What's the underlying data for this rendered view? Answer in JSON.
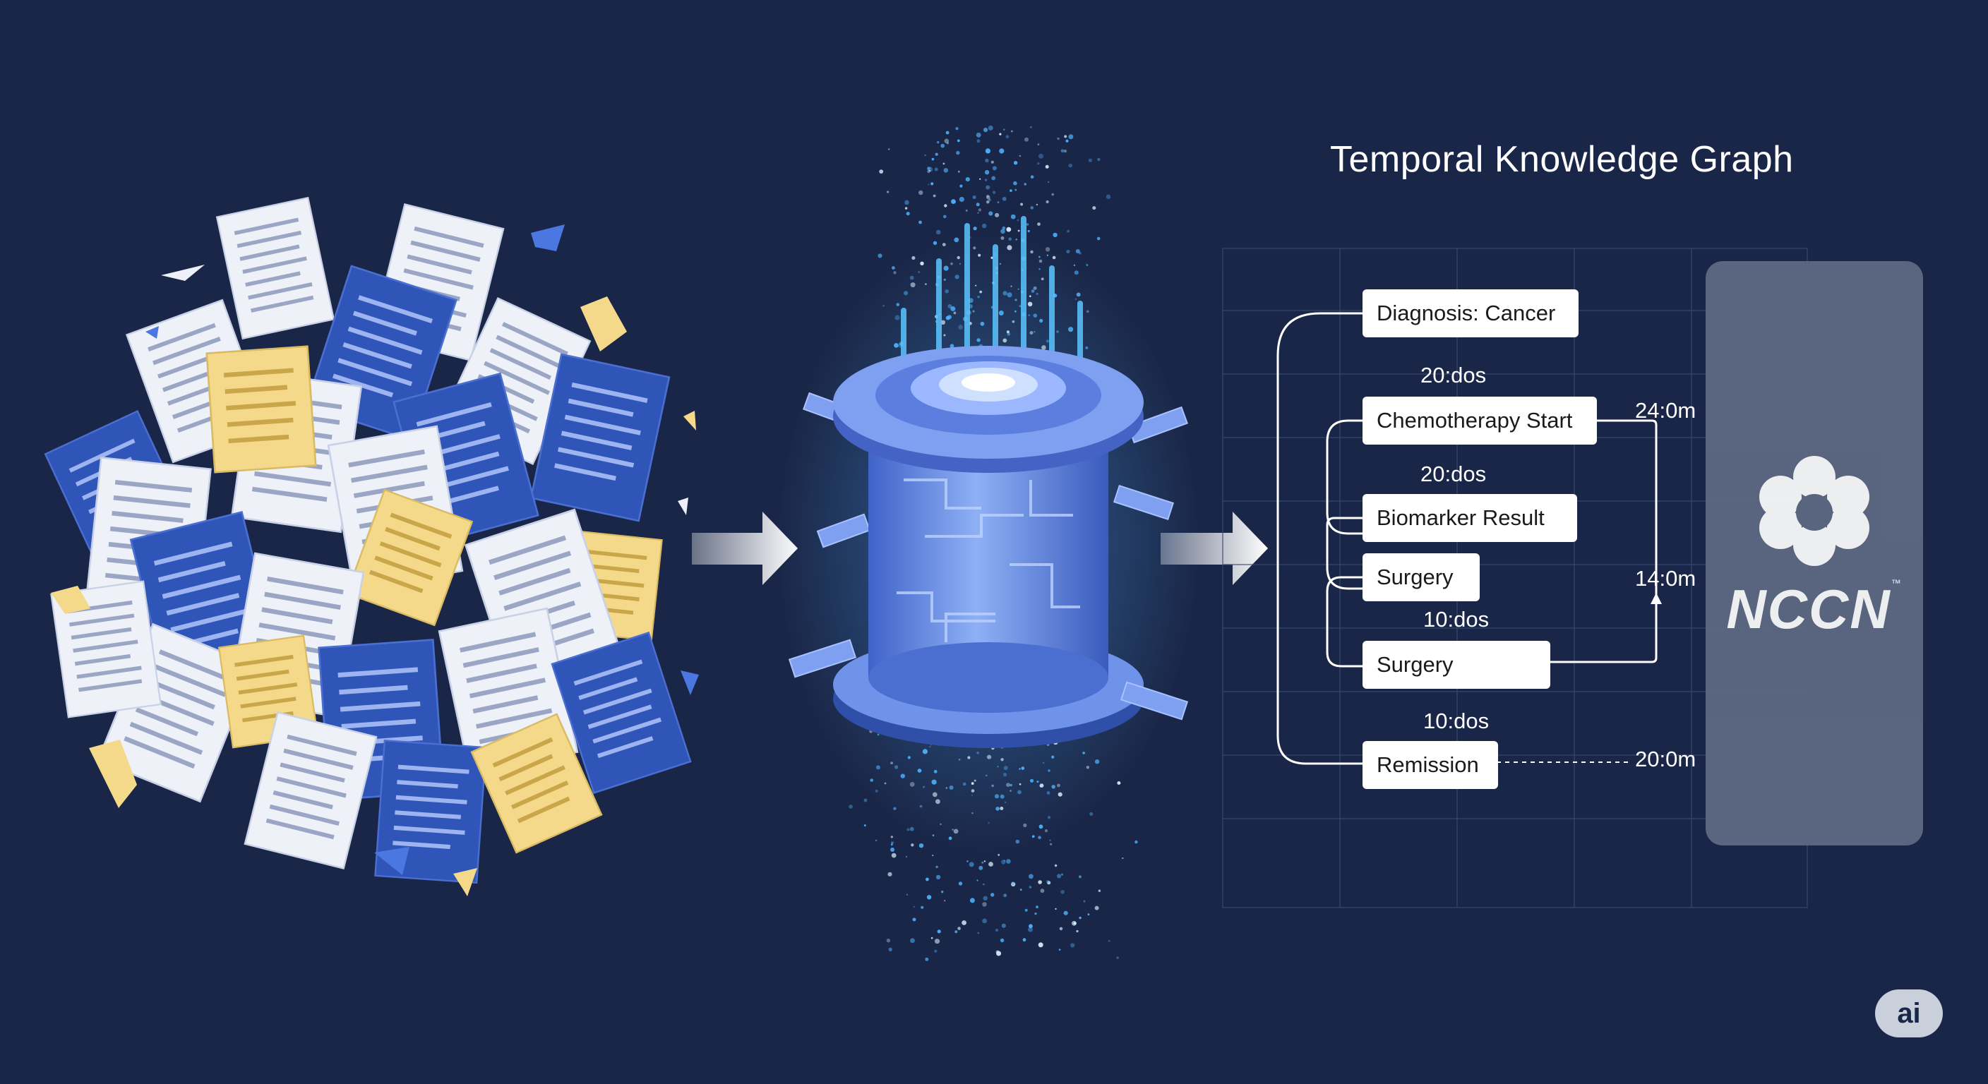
{
  "graph": {
    "title": "Temporal Knowledge Graph",
    "nodes": [
      {
        "label": "Diagnosis: Cancer"
      },
      {
        "label": "Chemotherapy Start"
      },
      {
        "label": "Biomarker Result"
      },
      {
        "label": "Surgery"
      },
      {
        "label": "Surgery"
      },
      {
        "label": "Remission"
      }
    ],
    "time_labels": [
      "20:dos",
      "20:dos",
      "10:dos",
      "10:dos",
      "24:0m",
      "14:0m",
      "20:0m"
    ]
  },
  "logo": {
    "text": "NCCN",
    "trademark": "™"
  },
  "badge": {
    "text": "ai"
  },
  "colors": {
    "background": "#1a2647",
    "document_blue": "#2f55b8",
    "document_white": "#eef1f8",
    "document_yellow": "#f4d98a",
    "glow": "#4fb3ff",
    "cylinder": "#6f93e8",
    "panel": "#5f6a84"
  },
  "icons": {
    "left_cluster": "scattered-documents-icon",
    "processor": "data-processor-icon",
    "logo_mark": "nccn-flower-icon"
  }
}
